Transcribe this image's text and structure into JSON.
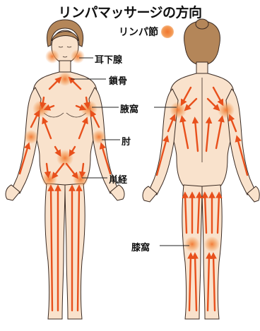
{
  "title": "リンパマッサージの方向",
  "legend": {
    "label": "リンパ節"
  },
  "labels": {
    "ear": "耳下腺",
    "collarbone": "鎖骨",
    "armpit": "腋窩",
    "elbow": "肘",
    "groin": "鼡経",
    "knee": "膝窩"
  },
  "colors": {
    "skin": "#f9e2cc",
    "outline": "#3a2a22",
    "hair": "#b48659",
    "arrow": "#e8501c",
    "node": "#f39a55"
  }
}
